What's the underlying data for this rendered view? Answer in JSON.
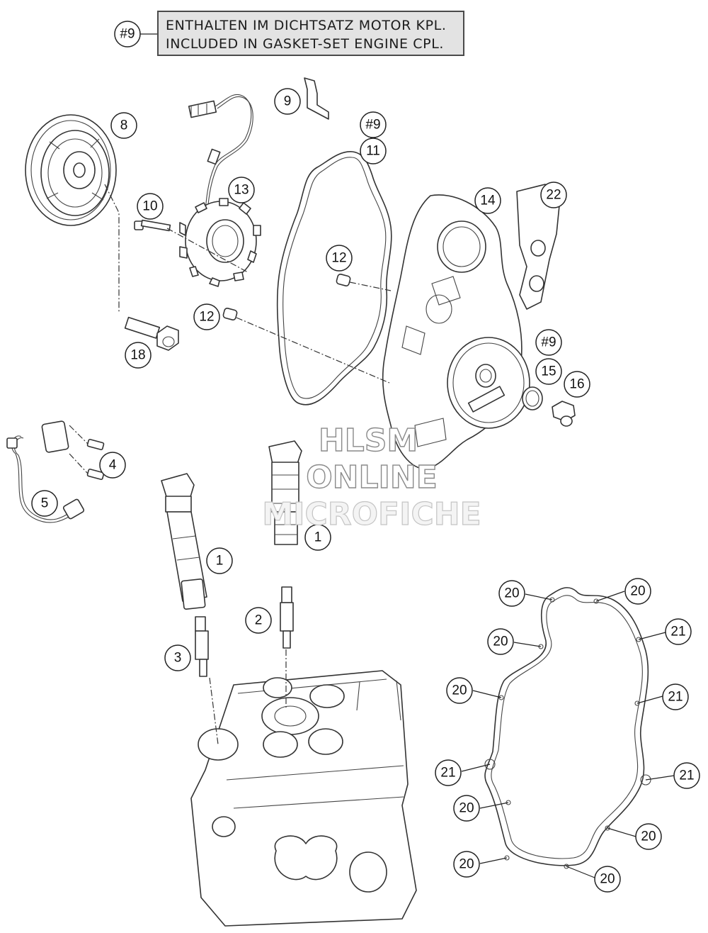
{
  "notice": {
    "ref": "#9",
    "line_de": "ENTHALTEN IM DICHTSATZ MOTOR KPL.",
    "line_en": "INCLUDED IN GASKET-SET ENGINE CPL."
  },
  "watermark": {
    "line1": "HLSM",
    "line2": "ONLINE",
    "line3": "MICROFICHE"
  },
  "callouts": {
    "c_notice": "#9",
    "c8": "8",
    "c9": "9",
    "c9b": "#9",
    "c11": "11",
    "c10": "10",
    "c13": "13",
    "c14": "14",
    "c22": "22",
    "c12a": "12",
    "c12b": "12",
    "c18": "18",
    "c9c": "#9",
    "c15": "15",
    "c16": "16",
    "c4": "4",
    "c5": "5",
    "c1a": "1",
    "c1b": "1",
    "c2": "2",
    "c3": "3",
    "g20a": "20",
    "g20b": "20",
    "g21a": "21",
    "g20c": "20",
    "g20d": "20",
    "g21b": "21",
    "g21c": "21",
    "g21d": "21",
    "g20e": "20",
    "g20f": "20",
    "g20g": "20",
    "g20h": "20"
  },
  "colors": {
    "line": "#333333",
    "notice_bg": "#e3e3e3",
    "watermark_stroke": "#8a8a8a"
  }
}
